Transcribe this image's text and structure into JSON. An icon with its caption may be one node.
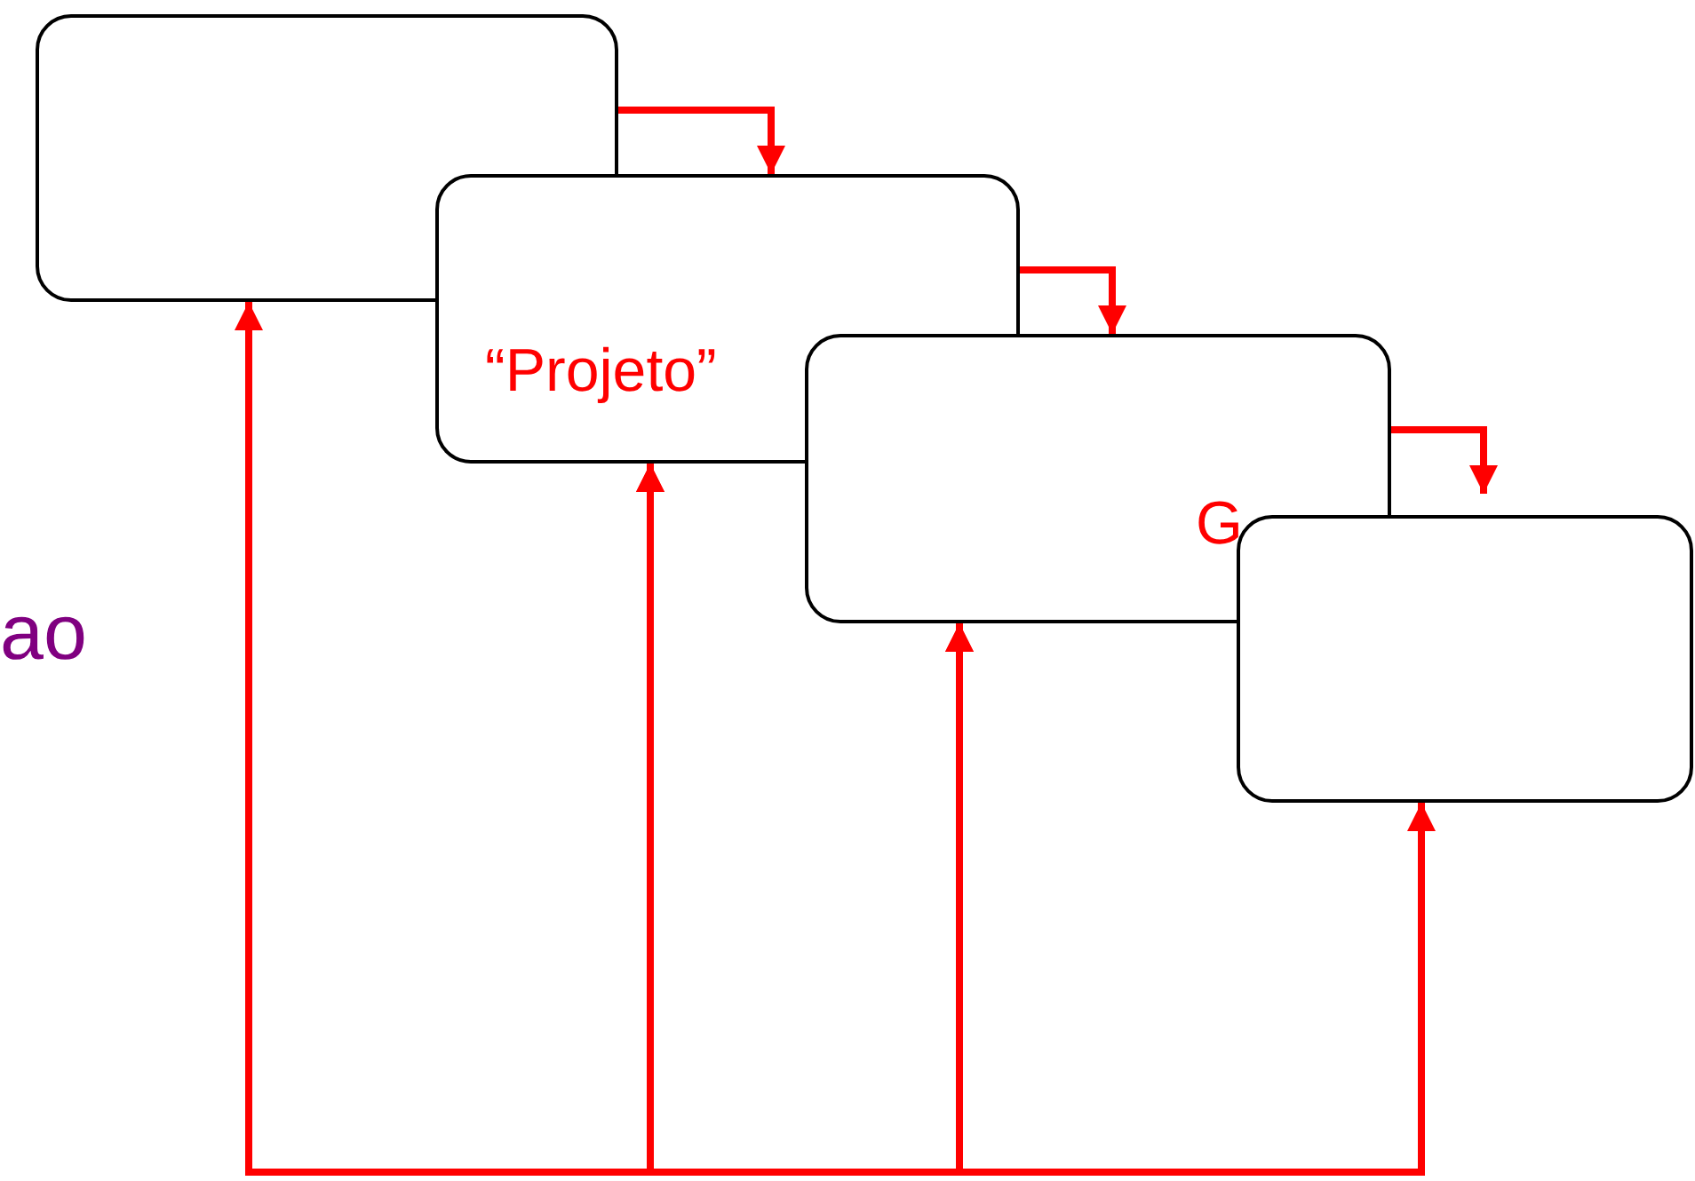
{
  "diagram": {
    "nodes": [
      {
        "text": [],
        "shape": "box"
      },
      {
        "text": [
          "“Projeto”"
        ]
      },
      {
        "text": [
          "G"
        ]
      },
      {
        "text": [],
        "shape": "box"
      }
    ],
    "edges": [
      {
        "from": 0,
        "to": 1,
        "arrow": "to"
      },
      {
        "from": 1,
        "to": 2,
        "arrow": "to"
      },
      {
        "from": 2,
        "to": 3,
        "arrow": "to"
      },
      {
        "from": 0,
        "to": 1,
        "arrow": "both"
      },
      {
        "from": 1,
        "to": 2,
        "arrow": "both"
      },
      {
        "from": 2,
        "to": 3,
        "arrow": "both"
      }
    ],
    "labels": [
      "ao"
    ]
  }
}
